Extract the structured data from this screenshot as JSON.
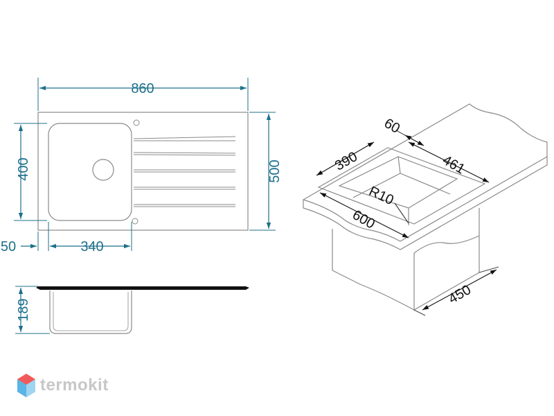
{
  "colors": {
    "dimension_line": "#1d6f8a",
    "outline": "#8a8a8a",
    "black": "#111111",
    "watermark": "#c7c7c7",
    "watermark_red": "#f05a5a",
    "watermark_blue": "#5ab4e6"
  },
  "top_view": {
    "overall_width": "860",
    "overall_depth": "500",
    "bowl_depth": "400",
    "bowl_width": "340",
    "edge_offset": "50"
  },
  "side_view": {
    "bowl_height": "189"
  },
  "iso_view": {
    "rim": "60",
    "bowl_length": "390",
    "cutout_length": "461",
    "corner_radius": "R10",
    "cabinet_width": "600",
    "cabinet_depth": "450"
  },
  "watermark": {
    "text": "termokit",
    "icon": "hexagon-logo-icon"
  }
}
